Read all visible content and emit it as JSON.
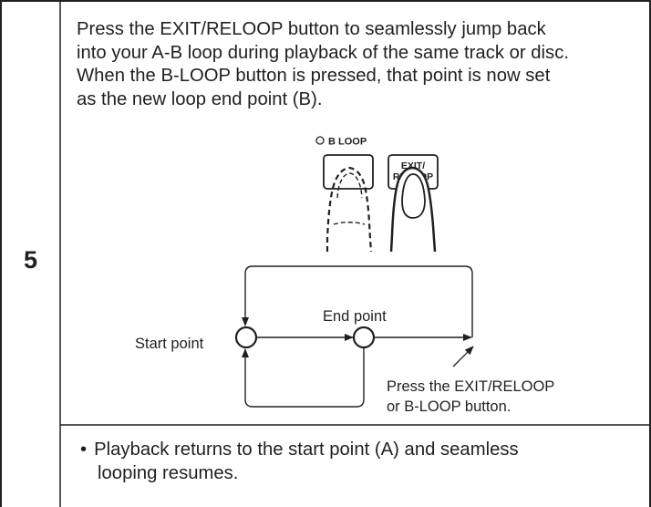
{
  "step": {
    "number": "5"
  },
  "instruction": {
    "lines": [
      "Press the EXIT/RELOOP button to seamlessly jump back",
      "into your A-B loop during playback of the same track or disc.",
      "When the B-LOOP button is pressed, that point is now set",
      "as the new loop end point (B)."
    ]
  },
  "illustration": {
    "b_loop_label": "B LOOP",
    "exit_label_line1": "EXIT/",
    "exit_label_line2": "RELOOP"
  },
  "diagram": {
    "start_label": "Start point",
    "end_label": "End point",
    "press_line1": "Press the EXIT/RELOOP",
    "press_line2": "or B-LOOP button."
  },
  "note": {
    "bullet": "•",
    "line1": "Playback returns to the start point (A) and seamless",
    "line2": "looping resumes."
  }
}
